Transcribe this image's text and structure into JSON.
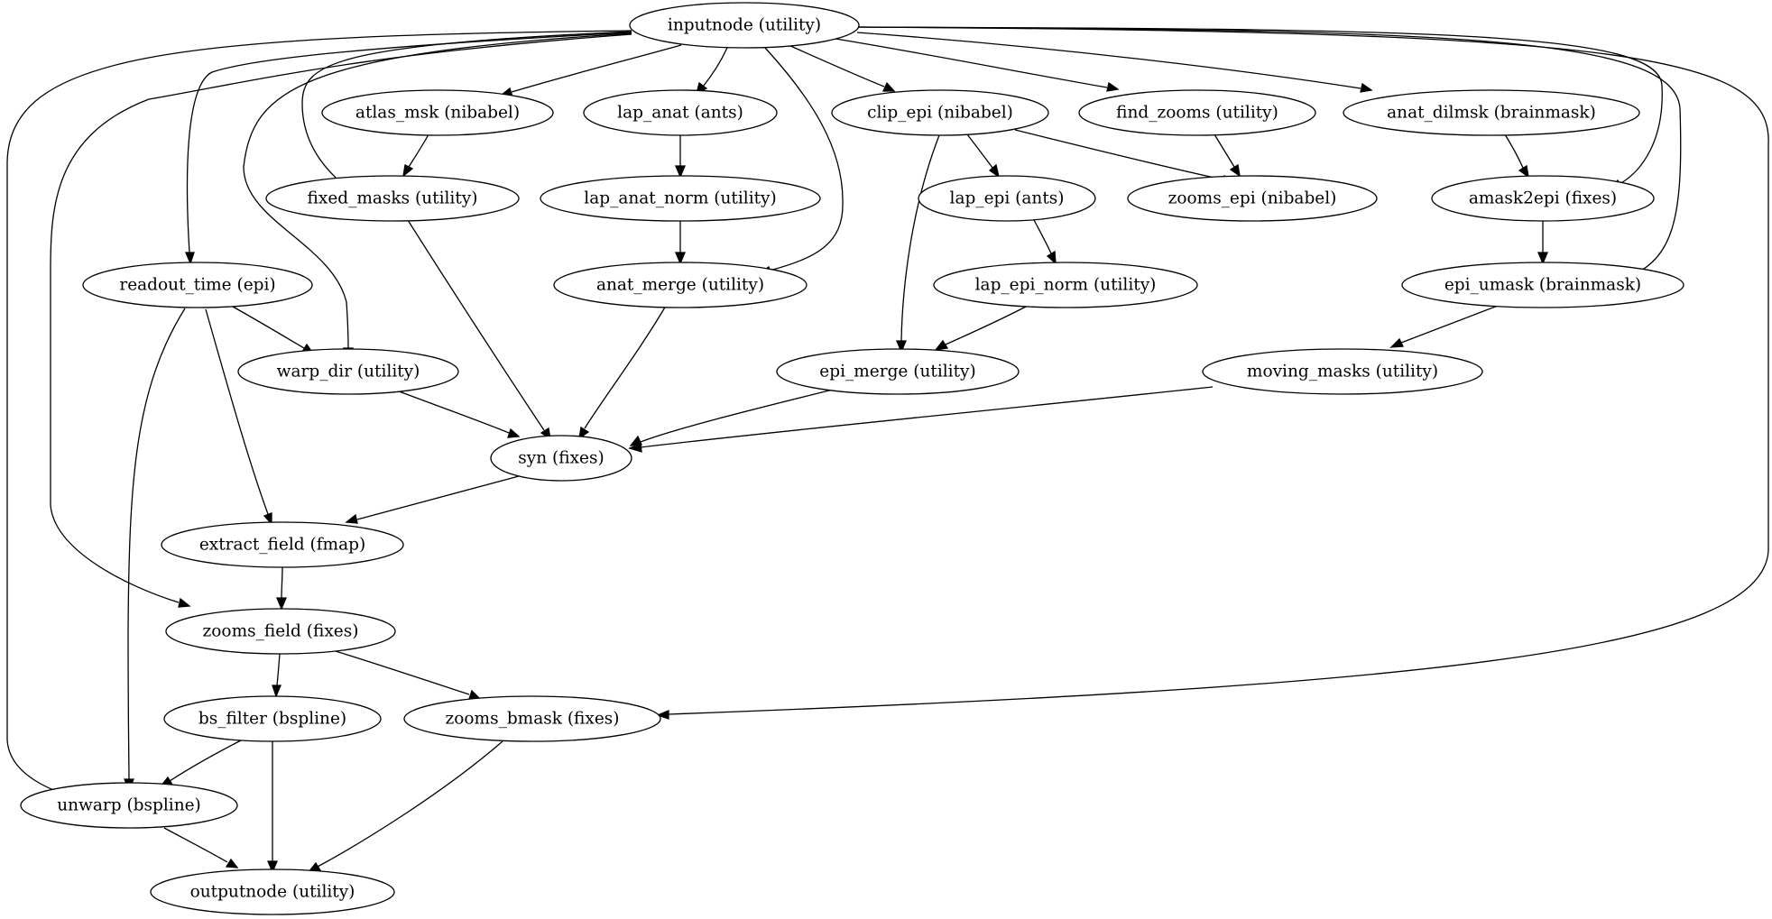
{
  "graph": {
    "nodes": {
      "inputnode": "inputnode (utility)",
      "atlas_msk": "atlas_msk (nibabel)",
      "lap_anat": "lap_anat (ants)",
      "clip_epi": "clip_epi (nibabel)",
      "find_zooms": "find_zooms (utility)",
      "anat_dilmsk": "anat_dilmsk (brainmask)",
      "fixed_masks": "fixed_masks (utility)",
      "lap_anat_norm": "lap_anat_norm (utility)",
      "lap_epi": "lap_epi (ants)",
      "zooms_epi": "zooms_epi (nibabel)",
      "amask2epi": "amask2epi (fixes)",
      "readout_time": "readout_time (epi)",
      "anat_merge": "anat_merge (utility)",
      "lap_epi_norm": "lap_epi_norm (utility)",
      "epi_umask": "epi_umask (brainmask)",
      "warp_dir": "warp_dir (utility)",
      "epi_merge": "epi_merge (utility)",
      "moving_masks": "moving_masks (utility)",
      "syn": "syn (fixes)",
      "extract_field": "extract_field (fmap)",
      "zooms_field": "zooms_field (fixes)",
      "bs_filter": "bs_filter (bspline)",
      "zooms_bmask": "zooms_bmask (fixes)",
      "unwarp": "unwarp (bspline)",
      "outputnode": "outputnode (utility)"
    },
    "edges": [
      [
        "inputnode",
        "atlas_msk"
      ],
      [
        "inputnode",
        "lap_anat"
      ],
      [
        "inputnode",
        "clip_epi"
      ],
      [
        "inputnode",
        "find_zooms"
      ],
      [
        "inputnode",
        "anat_dilmsk"
      ],
      [
        "inputnode",
        "fixed_masks"
      ],
      [
        "inputnode",
        "amask2epi"
      ],
      [
        "inputnode",
        "readout_time"
      ],
      [
        "inputnode",
        "anat_merge"
      ],
      [
        "inputnode",
        "epi_umask"
      ],
      [
        "inputnode",
        "warp_dir"
      ],
      [
        "inputnode",
        "zooms_field"
      ],
      [
        "inputnode",
        "zooms_bmask"
      ],
      [
        "inputnode",
        "unwarp"
      ],
      [
        "atlas_msk",
        "fixed_masks"
      ],
      [
        "lap_anat",
        "lap_anat_norm"
      ],
      [
        "lap_anat_norm",
        "anat_merge"
      ],
      [
        "clip_epi",
        "lap_epi"
      ],
      [
        "clip_epi",
        "zooms_epi"
      ],
      [
        "clip_epi",
        "epi_merge"
      ],
      [
        "find_zooms",
        "zooms_epi"
      ],
      [
        "anat_dilmsk",
        "amask2epi"
      ],
      [
        "amask2epi",
        "epi_umask"
      ],
      [
        "lap_epi",
        "lap_epi_norm"
      ],
      [
        "lap_epi_norm",
        "epi_merge"
      ],
      [
        "epi_umask",
        "moving_masks"
      ],
      [
        "readout_time",
        "warp_dir"
      ],
      [
        "readout_time",
        "extract_field"
      ],
      [
        "readout_time",
        "unwarp"
      ],
      [
        "fixed_masks",
        "syn"
      ],
      [
        "anat_merge",
        "syn"
      ],
      [
        "warp_dir",
        "syn"
      ],
      [
        "epi_merge",
        "syn"
      ],
      [
        "moving_masks",
        "syn"
      ],
      [
        "syn",
        "extract_field"
      ],
      [
        "extract_field",
        "zooms_field"
      ],
      [
        "zooms_field",
        "bs_filter"
      ],
      [
        "zooms_field",
        "zooms_bmask"
      ],
      [
        "bs_filter",
        "unwarp"
      ],
      [
        "bs_filter",
        "outputnode"
      ],
      [
        "zooms_bmask",
        "outputnode"
      ],
      [
        "unwarp",
        "outputnode"
      ]
    ]
  }
}
